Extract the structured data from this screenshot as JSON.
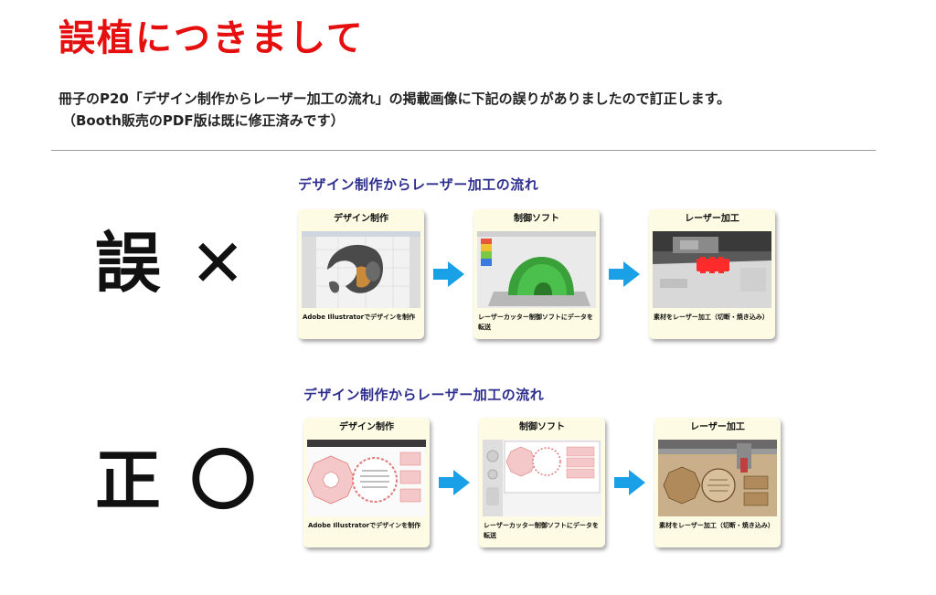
{
  "title": "誤植につきまして",
  "description": {
    "line1": "冊子のP20「デザイン制作からレーザー加工の流れ」の掲載画像に下記の誤りがありましたので訂正します。",
    "line2": "（Booth販売のPDF版は既に修正済みです）"
  },
  "wrong": {
    "label": "誤",
    "mark": "✕",
    "flow_title": "デザイン制作からレーザー加工の流れ",
    "cards": [
      {
        "head": "デザイン制作",
        "caption": "Adobe Illustratorでデザインを制作"
      },
      {
        "head": "制御ソフト",
        "caption": "レーザーカッター制御ソフトにデータを転送"
      },
      {
        "head": "レーザー加工",
        "caption": "素材をレーザー加工（切断・焼き込み）"
      }
    ]
  },
  "correct": {
    "label": "正",
    "mark": "〇",
    "flow_title": "デザイン制作からレーザー加工の流れ",
    "cards": [
      {
        "head": "デザイン制作",
        "caption": "Adobe Illustratorでデザインを制作"
      },
      {
        "head": "制御ソフト",
        "caption": "レーザーカッター制御ソフトにデータを転送"
      },
      {
        "head": "レーザー加工",
        "caption": "素材をレーザー加工（切断・焼き込み）"
      }
    ]
  },
  "colors": {
    "title": "#e60f0f",
    "flow_title": "#2e2e8f",
    "arrow": "#1aa0e6",
    "card_bg": "#fdfbe3"
  }
}
